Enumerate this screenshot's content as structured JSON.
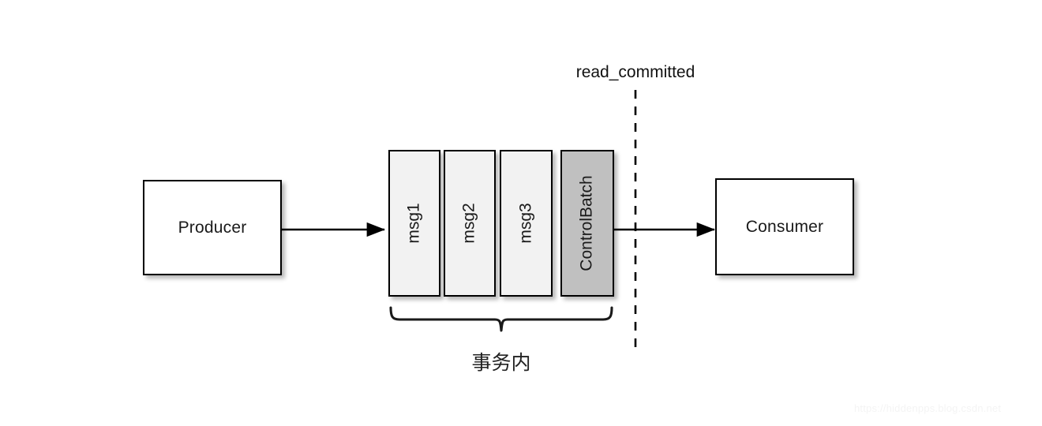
{
  "diagram": {
    "title_label": "read_committed",
    "producer": {
      "label": "Producer"
    },
    "consumer": {
      "label": "Consumer"
    },
    "message_cells": [
      {
        "label": "msg1",
        "type": "message",
        "fill": "#f2f2f2"
      },
      {
        "label": "msg2",
        "type": "message",
        "fill": "#f2f2f2"
      },
      {
        "label": "msg3",
        "type": "message",
        "fill": "#f2f2f2"
      },
      {
        "label": "ControlBatch",
        "type": "control",
        "fill": "#c0c0c0"
      }
    ],
    "brace_caption": "事务内",
    "arrows": [
      {
        "name": "producer-to-log",
        "from": "Producer",
        "to": "msg1"
      },
      {
        "name": "log-to-consumer",
        "from": "ControlBatch",
        "to": "Consumer"
      }
    ],
    "boundary": {
      "name": "read-committed-boundary",
      "style": "dashed"
    },
    "watermark": "https://hiddenpps.blog.csdn.net",
    "colors": {
      "stroke": "#000000",
      "message_fill": "#f2f2f2",
      "control_fill": "#c0c0c0",
      "box_fill": "#ffffff",
      "text": "#1a1a1a"
    }
  }
}
